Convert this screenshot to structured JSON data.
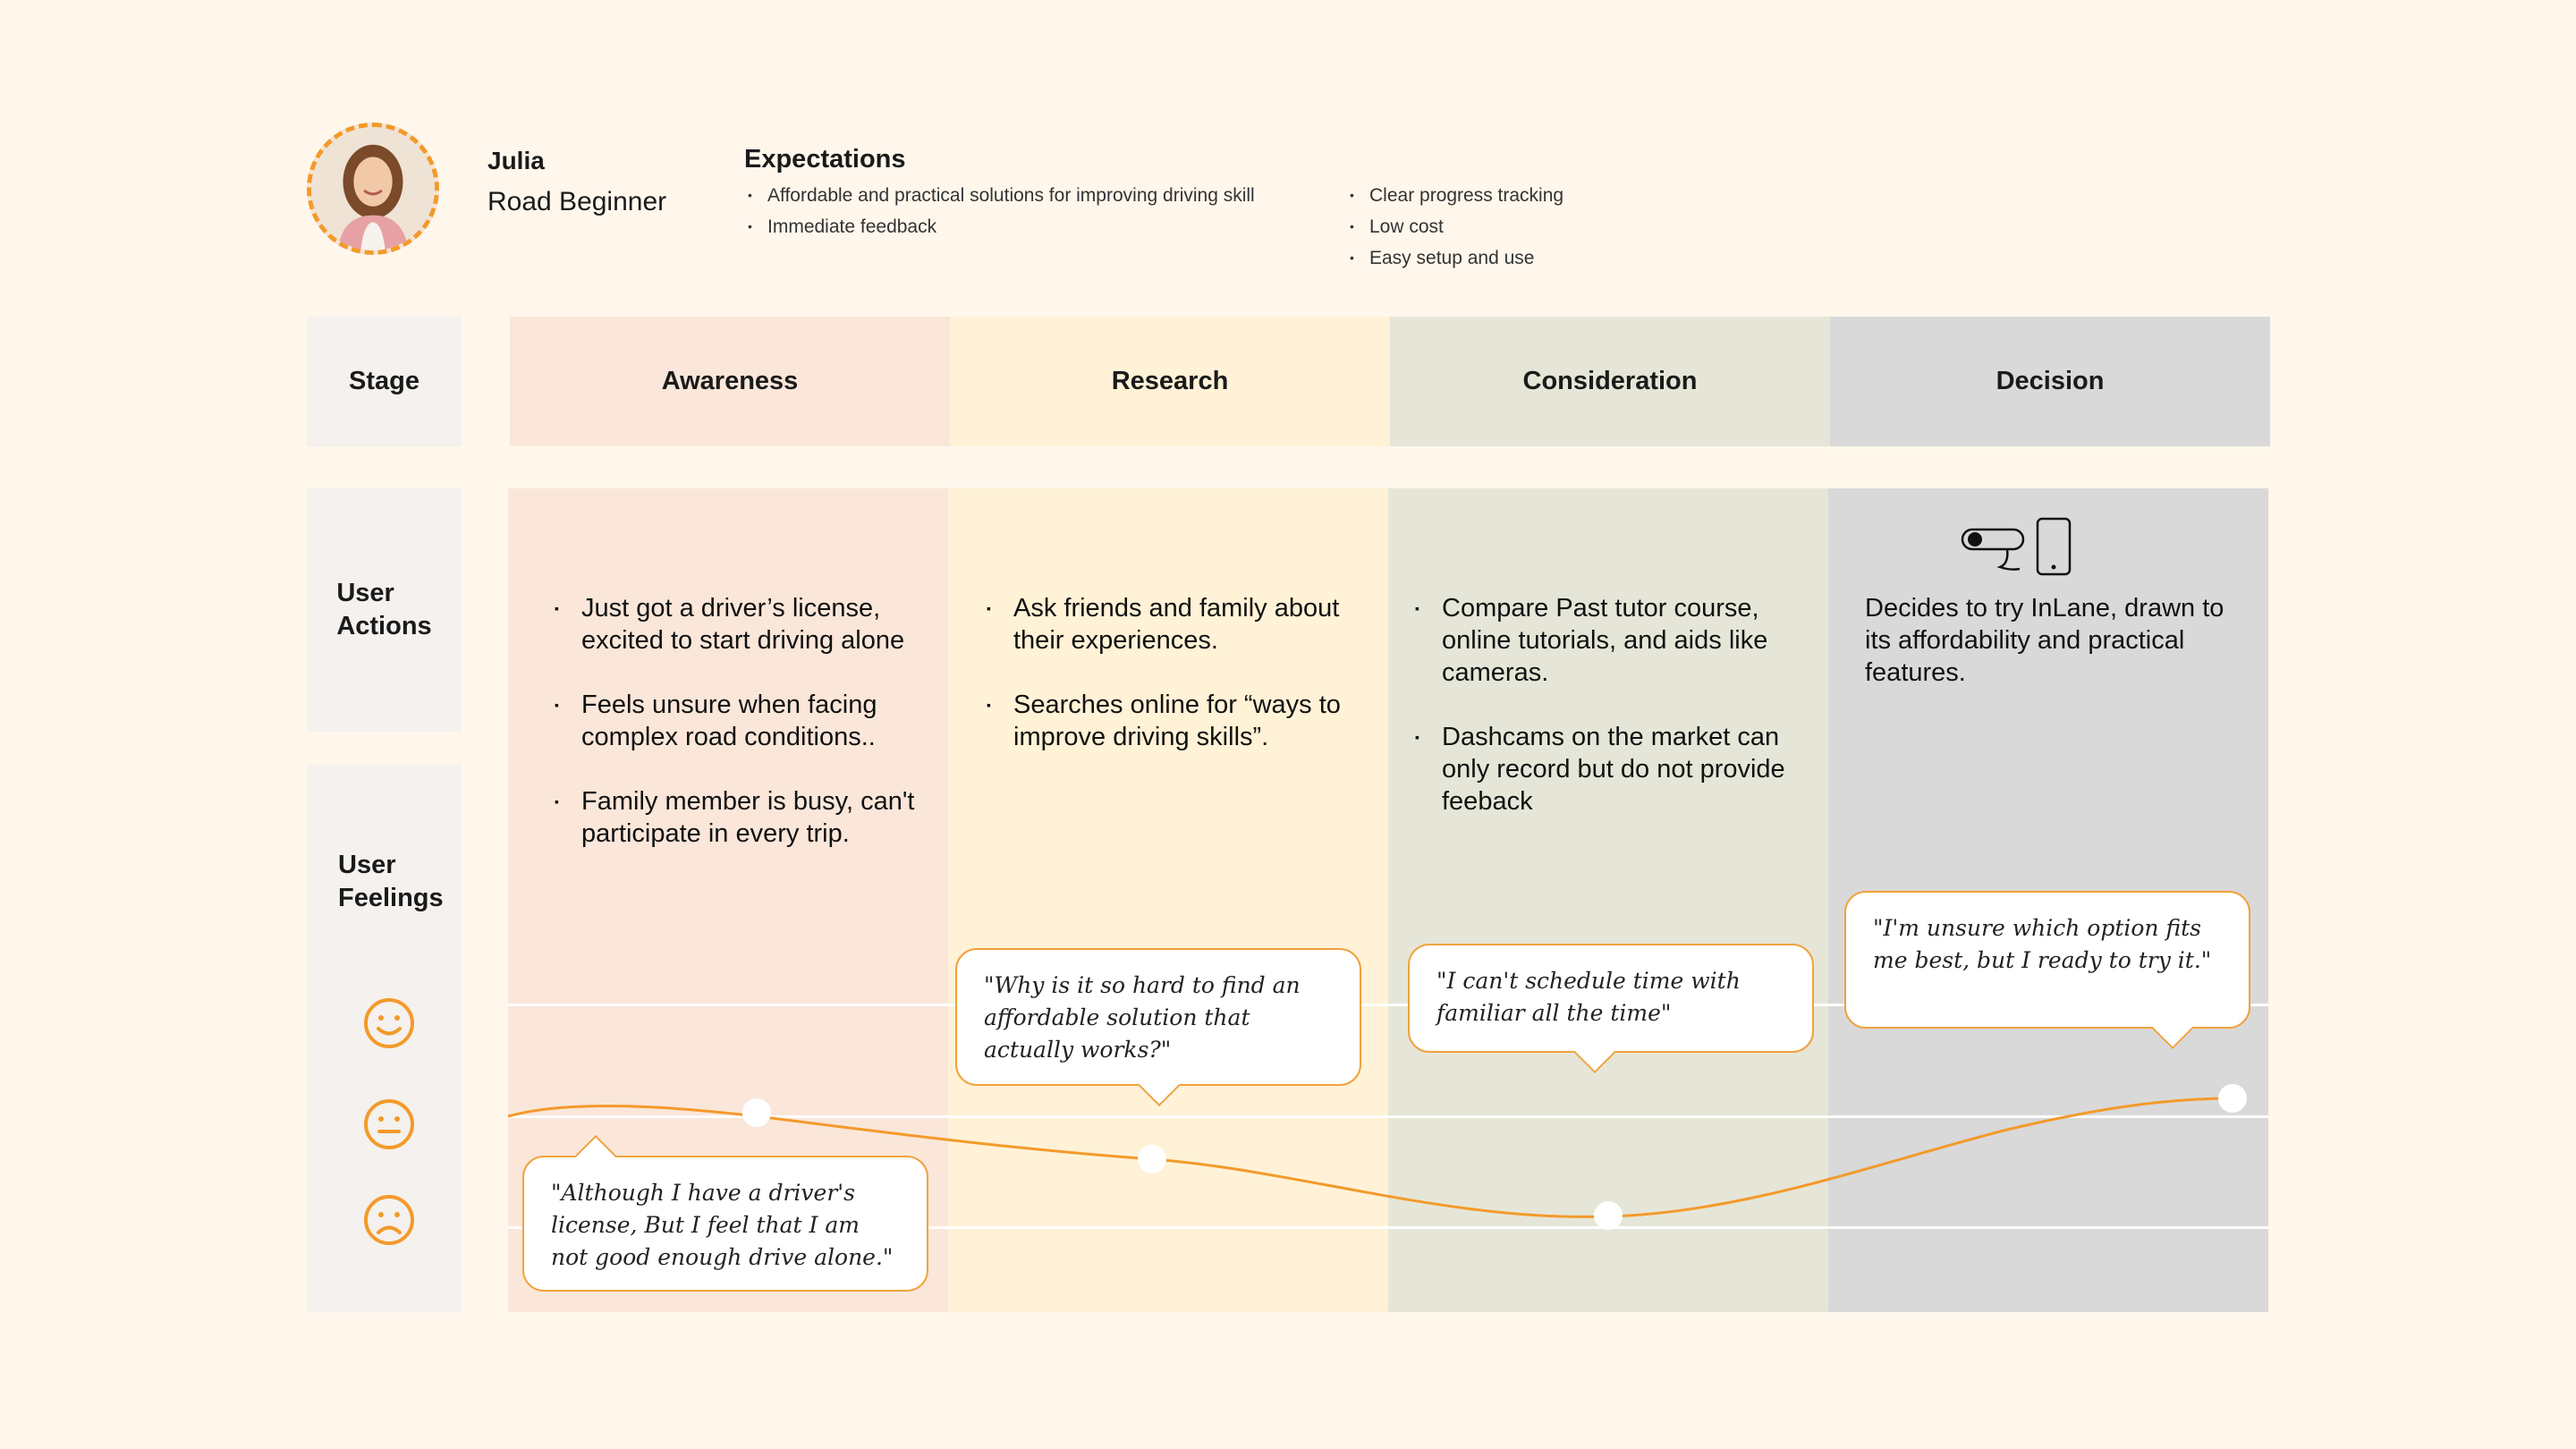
{
  "persona": {
    "name": "Julia",
    "role": "Road Beginner"
  },
  "expectations": {
    "title": "Expectations",
    "column1": [
      "Affordable and practical solutions for improving driving skill",
      "Immediate feedback"
    ],
    "column2": [
      "Clear progress tracking",
      "Low cost",
      "Easy setup and use"
    ]
  },
  "row_labels": {
    "stage": "Stage",
    "actions_line1": "User",
    "actions_line2": "Actions",
    "feelings_line1": "User",
    "feelings_line2": "Feelings"
  },
  "stages": [
    {
      "name": "Awareness",
      "actions": [
        "Just got a driver’s license, excited to start driving alone",
        "Feels unsure when facing complex road conditions..",
        "Family member is busy, can't participate in every trip."
      ],
      "quote": "\"Although I have a driver's license, But I feel that I am not good enough drive alone.\""
    },
    {
      "name": "Research",
      "actions": [
        "Ask friends and family about their experiences.",
        "Searches online for “ways to improve driving skills”."
      ],
      "quote": "\"Why is it so hard to find an affordable solution that actually works?\""
    },
    {
      "name": "Consideration",
      "actions": [
        "Compare Past tutor course, online tutorials, and aids like cameras.",
        "Dashcams on the market can only record but do not provide feeback"
      ],
      "quote": "\"I can't schedule time with familiar all the time\""
    },
    {
      "name": "Decision",
      "action_text": "Decides to try InLane, drawn to its affordability and practical features.",
      "quote": "\"I'm unsure which option fits me best, but I ready to try it.\""
    }
  ],
  "feeling_icons": [
    "happy-face-icon",
    "neutral-face-icon",
    "sad-face-icon"
  ],
  "colors": {
    "background": "#fff7ec",
    "accent": "#f39a2a",
    "awareness": "#fae7da",
    "research": "#fff2d7",
    "consideration": "#e6e6d8",
    "decision": "#d9d9d9",
    "label_bg": "#f4f1ee"
  }
}
